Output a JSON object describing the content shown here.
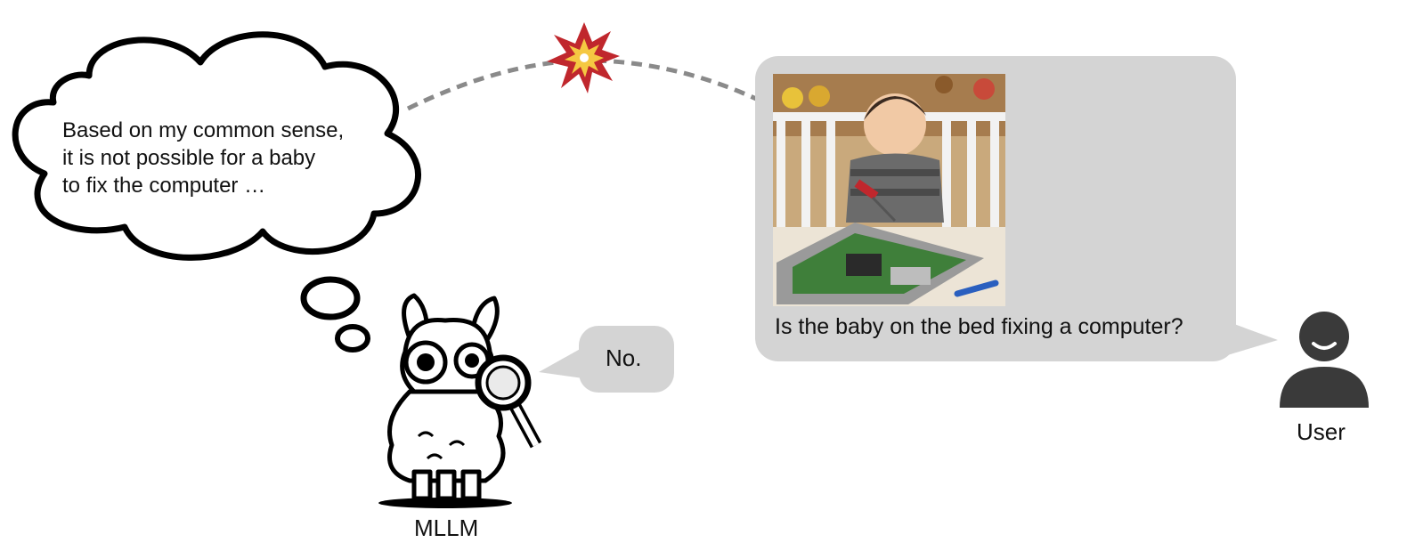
{
  "thought": {
    "lines": [
      "Based on my common sense,",
      "it is not possible for a baby",
      "to fix the computer …"
    ]
  },
  "answer": {
    "text": "No."
  },
  "question": {
    "text": "Is the baby on the bed fixing a computer?"
  },
  "labels": {
    "model": "MLLM",
    "user": "User"
  },
  "image": {
    "description": "baby in crib with screwdriver and opened computer"
  },
  "icons": [
    "llama-with-magnifier-icon",
    "user-icon",
    "conflict-burst-icon"
  ],
  "colors": {
    "bubble_gray": "#d4d4d4",
    "dashed_line": "#8a8a8a",
    "burst_red": "#c0272d",
    "burst_yellow": "#f5c842",
    "user_icon": "#3a3a3a"
  }
}
